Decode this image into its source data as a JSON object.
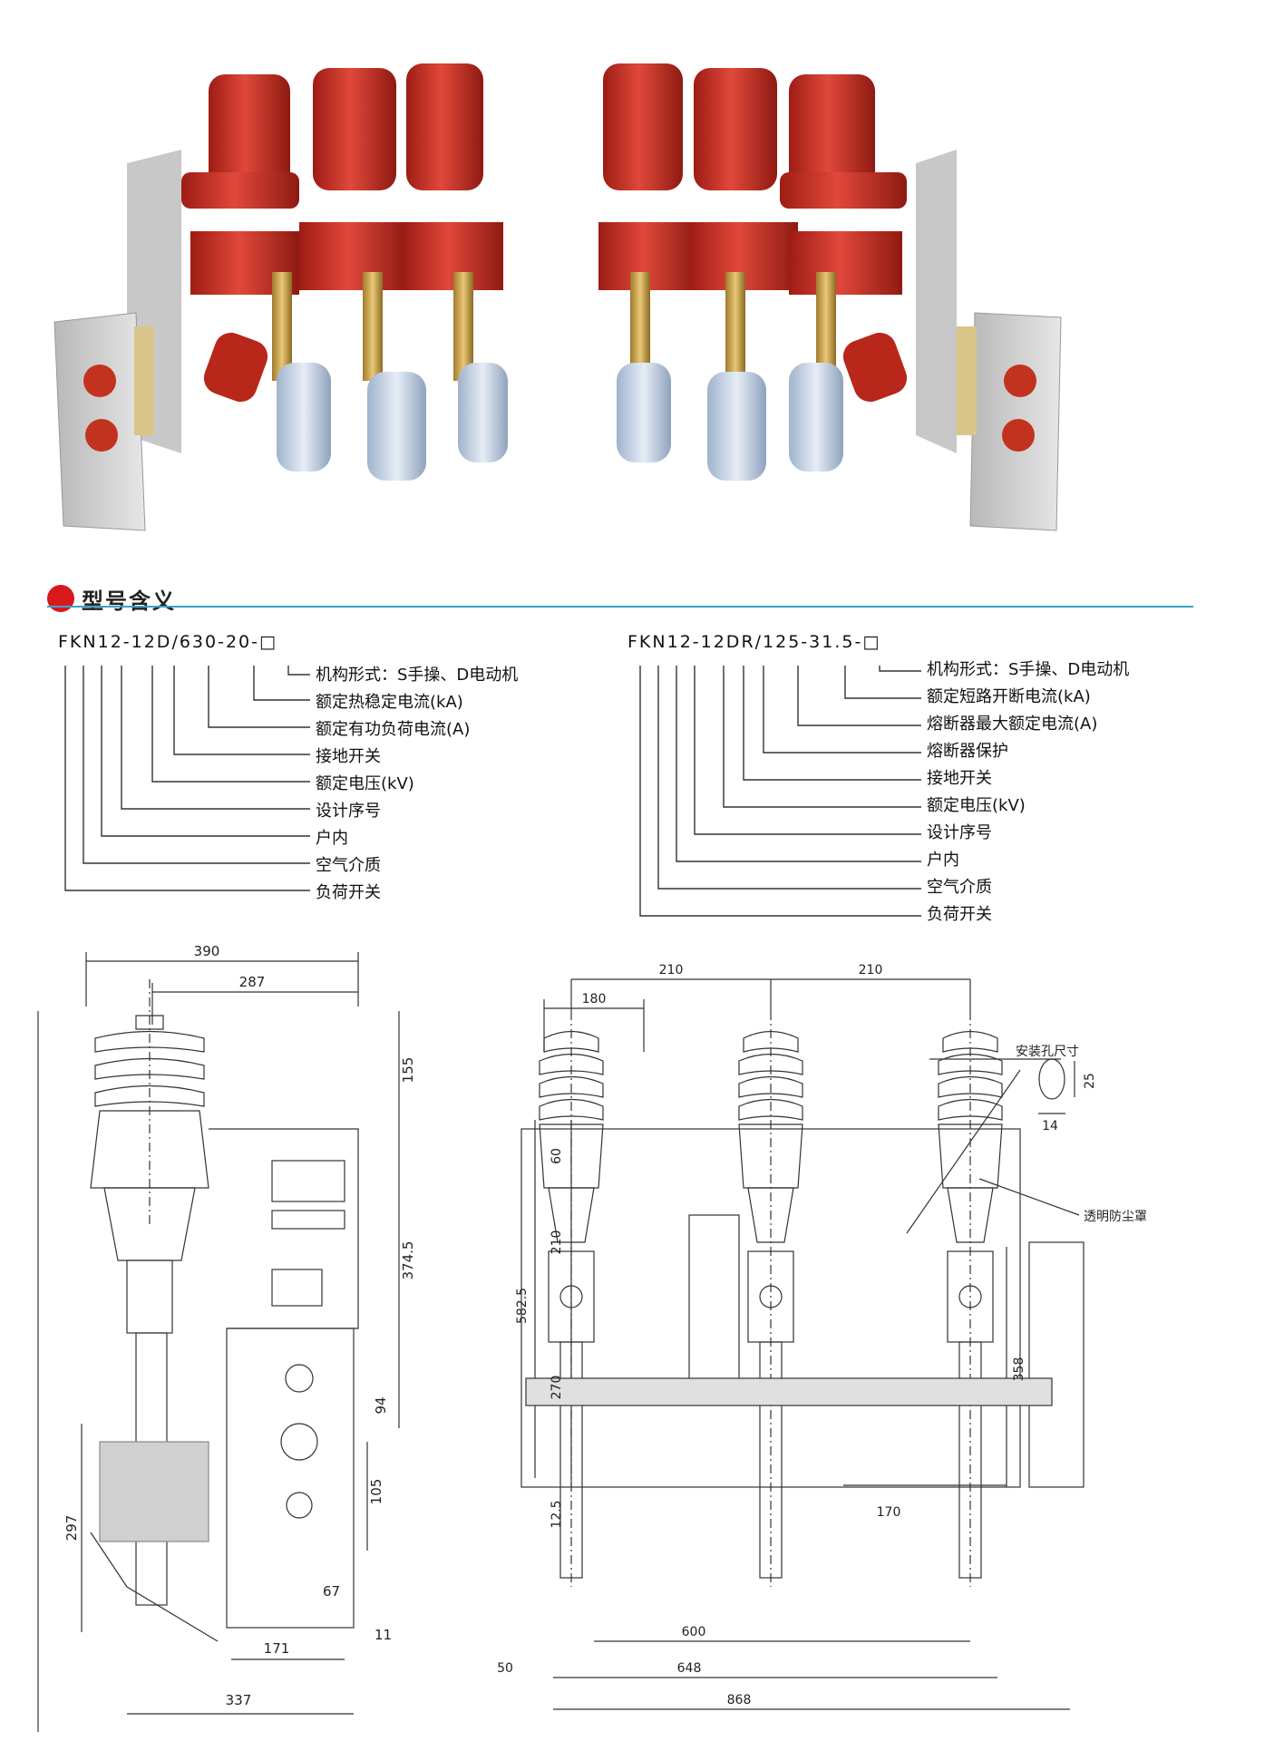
{
  "section": {
    "title": "型号含义",
    "accent_color": "#d7191c",
    "rule_color": "#3aa3c8"
  },
  "model_left": {
    "code": "FKN12-12D/630-20-□",
    "items": [
      "机构形式：S手操、D电动机",
      "额定热稳定电流(kA)",
      "额定有功负荷电流(A)",
      "接地开关",
      "额定电压(kV)",
      "设计序号",
      "户内",
      "空气介质",
      "负荷开关"
    ]
  },
  "model_right": {
    "code": "FKN12-12DR/125-31.5-□",
    "items": [
      "机构形式：S手操、D电动机",
      "额定短路开断电流(kA)",
      "熔断器最大额定电流(A)",
      "熔断器保护",
      "接地开关",
      "额定电压(kV)",
      "设计序号",
      "户内",
      "空气介质",
      "负荷开关"
    ]
  },
  "drawing_left": {
    "dims": [
      "390",
      "287",
      "155",
      "374.5",
      "94",
      "105",
      "297",
      "67",
      "11",
      "171",
      "337"
    ]
  },
  "drawing_right": {
    "dims": [
      "210",
      "210",
      "180",
      "60",
      "210",
      "582.5",
      "270",
      "12.5",
      "358",
      "170",
      "600",
      "50",
      "648",
      "868",
      "25",
      "14"
    ],
    "labels": {
      "mount_hole": "安装孔尺寸",
      "dust_cover": "透明防尘罩"
    }
  }
}
